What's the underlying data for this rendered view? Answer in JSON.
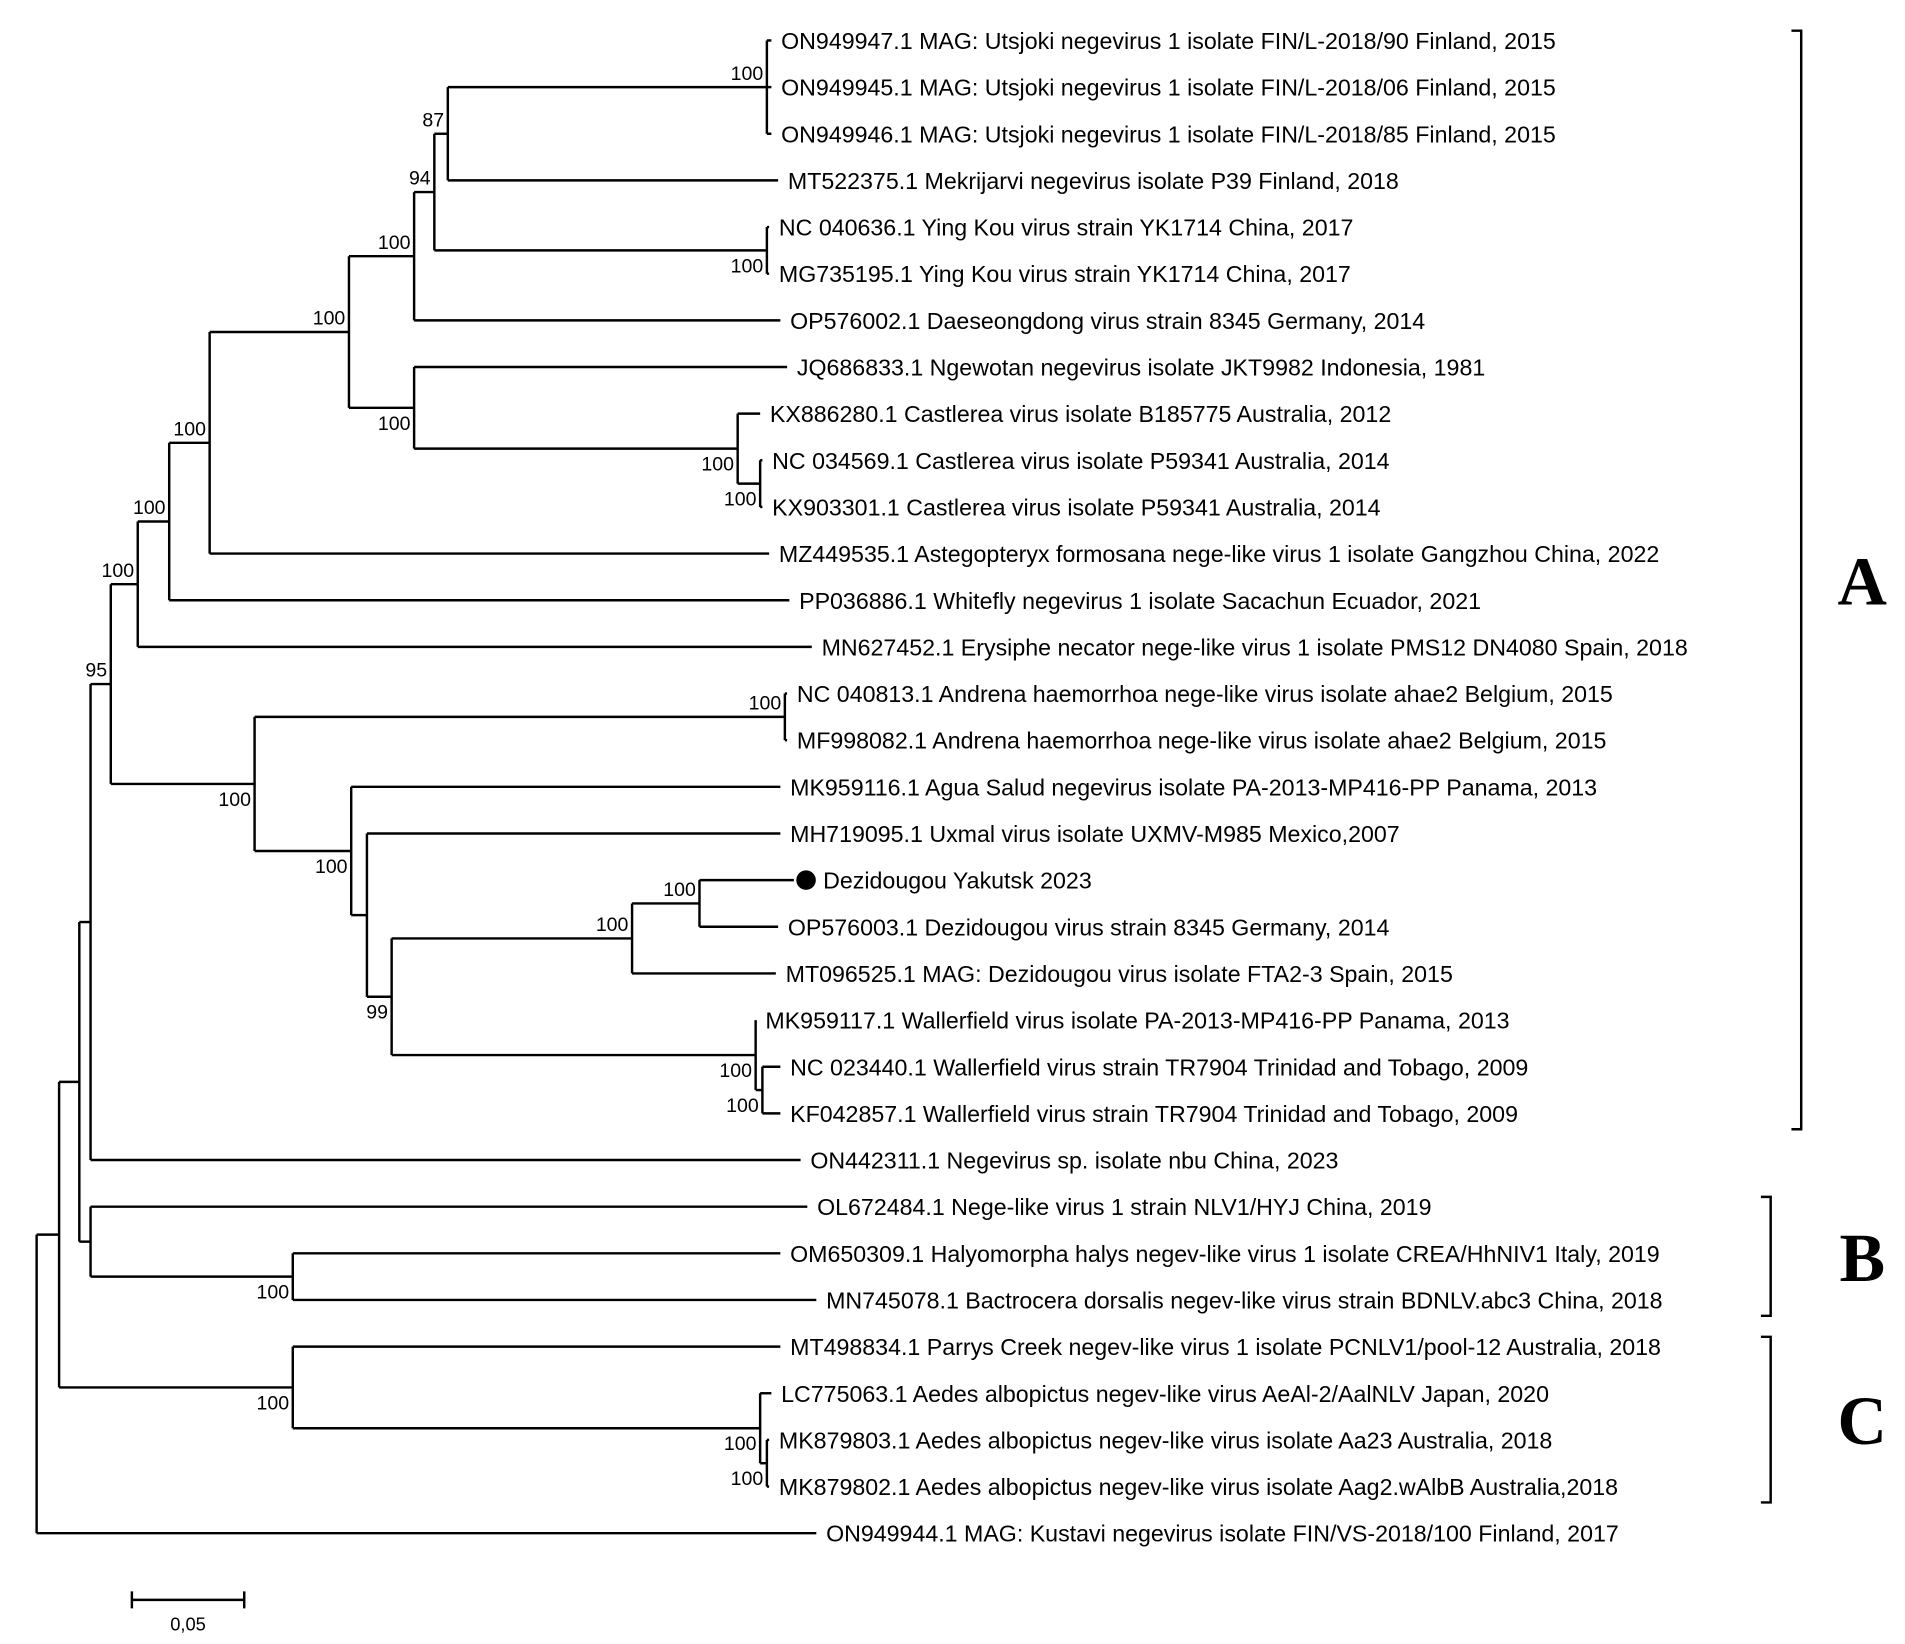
{
  "chart_data": {
    "type": "phylogenetic-tree",
    "layout": "rectangular",
    "scale_bar": {
      "value": 0.05,
      "label": "0,05"
    },
    "tree": {
      "d": 0,
      "c": [
        {
          "d": 0.01,
          "c": [
            {
              "d": 0.019,
              "c": [
                {
                  "d": 0.024,
                  "c": [
                    {
                      "d": 0.033,
                      "bs": "95",
                      "c": [
                        {
                          "d": 0.045,
                          "bs": "100",
                          "c": [
                            {
                              "d": 0.059,
                              "bs": "100",
                              "c": [
                                {
                                  "d": 0.077,
                                  "bs": "100",
                                  "c": [
                                    {
                                      "d": 0.139,
                                      "bs": "100",
                                      "c": [
                                        {
                                          "d": 0.168,
                                          "bs": "100",
                                          "c": [
                                            {
                                              "d": 0.177,
                                              "bs": "94",
                                              "c": [
                                                {
                                                  "d": 0.183,
                                                  "bs": "87",
                                                  "c": [
                                                    {
                                                      "d": 0.325,
                                                      "bs": "100",
                                                      "c": [
                                                        {
                                                          "d": 0.327,
                                                          "label": "ON949947.1 MAG: Utsjoki negevirus 1 isolate FIN/L-2018/90 Finland, 2015"
                                                        },
                                                        {
                                                          "d": 0.327,
                                                          "label": "ON949945.1 MAG: Utsjoki negevirus 1 isolate FIN/L-2018/06 Finland, 2015"
                                                        },
                                                        {
                                                          "d": 0.327,
                                                          "label": "ON949946.1 MAG: Utsjoki negevirus 1 isolate FIN/L-2018/85 Finland, 2015"
                                                        }
                                                      ]
                                                    },
                                                    {
                                                      "d": 0.33,
                                                      "label": "MT522375.1 Mekrijarvi negevirus isolate P39 Finland, 2018"
                                                    }
                                                  ]
                                                },
                                                {
                                                  "d": 0.325,
                                                  "bs": "100",
                                                  "c": [
                                                    {
                                                      "d": 0.326,
                                                      "label": "NC 040636.1 Ying Kou virus strain YK1714 China, 2017"
                                                    },
                                                    {
                                                      "d": 0.326,
                                                      "label": "MG735195.1 Ying Kou virus strain YK1714 China, 2017"
                                                    }
                                                  ]
                                                }
                                              ]
                                            },
                                            {
                                              "d": 0.331,
                                              "label": "OP576002.1 Daeseongdong virus strain 8345 Germany, 2014"
                                            }
                                          ]
                                        },
                                        {
                                          "d": 0.168,
                                          "bs": "100",
                                          "c": [
                                            {
                                              "d": 0.334,
                                              "label": "JQ686833.1 Ngewotan negevirus isolate JKT9982 Indonesia, 1981"
                                            },
                                            {
                                              "d": 0.312,
                                              "bs": "100",
                                              "c": [
                                                {
                                                  "d": 0.322,
                                                  "label": "KX886280.1 Castlerea virus isolate B185775 Australia, 2012"
                                                },
                                                {
                                                  "d": 0.322,
                                                  "bs": "100",
                                                  "c": [
                                                    {
                                                      "d": 0.323,
                                                      "label": "NC 034569.1 Castlerea virus isolate P59341 Australia, 2014"
                                                    },
                                                    {
                                                      "d": 0.323,
                                                      "label": "KX903301.1 Castlerea virus isolate P59341 Australia, 2014"
                                                    }
                                                  ]
                                                }
                                              ]
                                            }
                                          ]
                                        }
                                      ]
                                    },
                                    {
                                      "d": 0.326,
                                      "label": "MZ449535.1 Astegopteryx formosana nege-like virus 1 isolate Gangzhou China, 2022"
                                    }
                                  ]
                                },
                                {
                                  "d": 0.335,
                                  "label": "PP036886.1 Whitefly negevirus 1 isolate Sacachun Ecuador, 2021"
                                }
                              ]
                            },
                            {
                              "d": 0.345,
                              "label": "MN627452.1 Erysiphe necator nege-like virus 1 isolate PMS12 DN4080 Spain, 2018"
                            }
                          ]
                        },
                        {
                          "d": 0.097,
                          "bs": "100",
                          "c": [
                            {
                              "d": 0.333,
                              "bs": "100",
                              "c": [
                                {
                                  "d": 0.334,
                                  "label": "NC 040813.1 Andrena haemorrhoa nege-like virus isolate ahae2 Belgium, 2015"
                                },
                                {
                                  "d": 0.334,
                                  "label": "MF998082.1 Andrena haemorrhoa nege-like virus isolate ahae2  Belgium, 2015"
                                }
                              ]
                            },
                            {
                              "d": 0.14,
                              "bs": "100",
                              "c": [
                                {
                                  "d": 0.331,
                                  "label": "MK959116.1 Agua Salud negevirus isolate PA-2013-MP416-PP Panama, 2013"
                                },
                                {
                                  "d": 0.147,
                                  "c": [
                                    {
                                      "d": 0.331,
                                      "label": "MH719095.1 Uxmal virus isolate UXMV-M985 Mexico,2007"
                                    },
                                    {
                                      "d": 0.158,
                                      "bs": "99",
                                      "c": [
                                        {
                                          "d": 0.265,
                                          "bs": "100",
                                          "c": [
                                            {
                                              "d": 0.295,
                                              "bs": "100",
                                              "c": [
                                                {
                                                  "d": 0.337,
                                                  "label": "Dezidougou Yakutsk 2023",
                                                  "marker": "filled-circle"
                                                },
                                                {
                                                  "d": 0.33,
                                                  "label": "OP576003.1 Dezidougou virus strain 8345 Germany, 2014"
                                                }
                                              ]
                                            },
                                            {
                                              "d": 0.329,
                                              "label": "MT096525.1 MAG: Dezidougou virus isolate FTA2-3 Spain, 2015"
                                            }
                                          ]
                                        },
                                        {
                                          "d": 0.32,
                                          "bs": "100",
                                          "c": [
                                            {
                                              "d": 0.32,
                                              "label": "MK959117.1 Wallerfield virus isolate PA-2013-MP416-PP Panama, 2013"
                                            },
                                            {
                                              "d": 0.323,
                                              "bs": "100",
                                              "c": [
                                                {
                                                  "d": 0.331,
                                                  "label": "NC 023440.1 Wallerfield virus strain TR7904 Trinidad and Tobago, 2009"
                                                },
                                                {
                                                  "d": 0.331,
                                                  "label": "KF042857.1 Wallerfield virus strain TR7904 Trinidad and Tobago, 2009"
                                                }
                                              ]
                                            }
                                          ]
                                        }
                                      ]
                                    }
                                  ]
                                }
                              ]
                            }
                          ]
                        }
                      ]
                    },
                    {
                      "d": 0.34,
                      "label": "ON442311.1 Negevirus sp. isolate nbu China, 2023"
                    }
                  ]
                },
                {
                  "d": 0.024,
                  "c": [
                    {
                      "d": 0.343,
                      "label": "OL672484.1 Nege-like virus 1 strain NLV1/HYJ China, 2019"
                    },
                    {
                      "d": 0.114,
                      "bs": "100",
                      "c": [
                        {
                          "d": 0.331,
                          "label": "OM650309.1 Halyomorpha halys negev-like virus 1 isolate CREA/HhNIV1 Italy, 2019"
                        },
                        {
                          "d": 0.347,
                          "label": "MN745078.1 Bactrocera dorsalis negev-like virus strain BDNLV.abc3 China, 2018"
                        }
                      ]
                    }
                  ]
                }
              ]
            },
            {
              "d": 0.114,
              "bs": "100",
              "c": [
                {
                  "d": 0.331,
                  "label": "MT498834.1 Parrys Creek negev-like virus 1 isolate PCNLV1/pool-12 Australia, 2018"
                },
                {
                  "d": 0.322,
                  "bs": "100",
                  "c": [
                    {
                      "d": 0.327,
                      "label": "LC775063.1 Aedes albopictus negev-like virus AeAl-2/AalNLV Japan, 2020"
                    },
                    {
                      "d": 0.325,
                      "bs": "100",
                      "c": [
                        {
                          "d": 0.326,
                          "label": "MK879803.1 Aedes albopictus negev-like virus isolate Aa23 Australia, 2018"
                        },
                        {
                          "d": 0.326,
                          "label": "MK879802.1 Aedes albopictus negev-like virus isolate Aag2.wAlbB Australia,2018"
                        }
                      ]
                    }
                  ]
                }
              ]
            }
          ]
        },
        {
          "d": 0.347,
          "label": "ON949944.1 MAG: Kustavi negevirus isolate FIN/VS-2018/100 Finland, 2017"
        }
      ]
    },
    "clades": [
      {
        "name": "A",
        "first_leaf": 0,
        "last_leaf": 23
      },
      {
        "name": "B",
        "first_leaf": 25,
        "last_leaf": 27
      },
      {
        "name": "C",
        "first_leaf": 28,
        "last_leaf": 31
      }
    ]
  }
}
